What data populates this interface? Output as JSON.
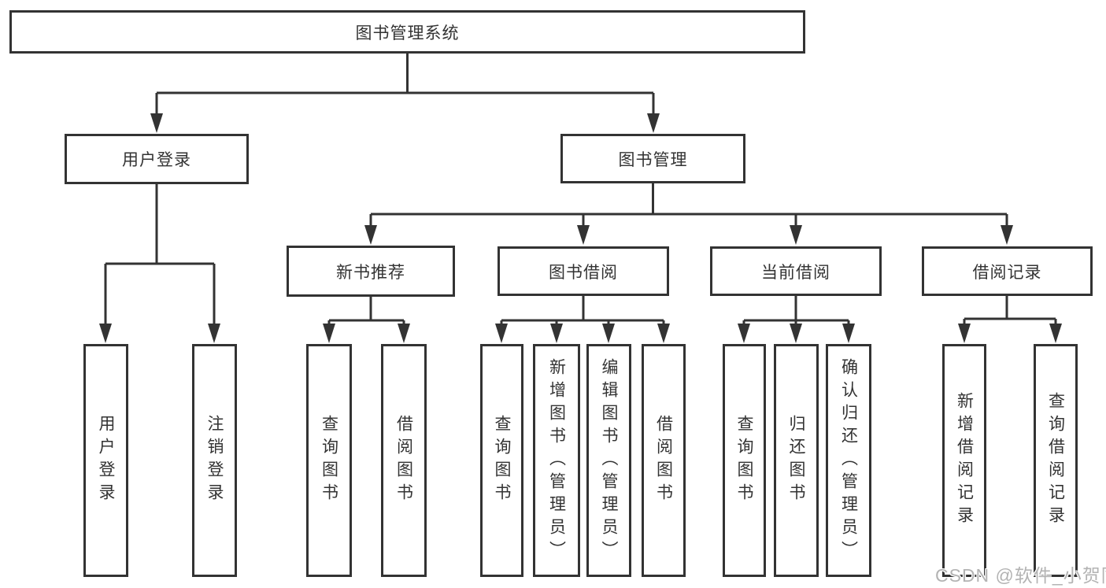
{
  "nodes": {
    "root": "图书管理系统",
    "user_login": "用户登录",
    "book_mgmt": "图书管理",
    "new_book_rec": "新书推荐",
    "book_borrow": "图书借阅",
    "current_borrow": "当前借阅",
    "borrow_record": "借阅记录",
    "leaf_user_login": "用户登录",
    "leaf_logout": "注销登录",
    "leaf_nbr_query": "查询图书",
    "leaf_nbr_borrow": "借阅图书",
    "leaf_bb_query": "查询图书",
    "leaf_bb_add": "新增图书（管理员）",
    "leaf_bb_edit": "编辑图书（管理员）",
    "leaf_bb_borrow": "借阅图书",
    "leaf_cb_query": "查询图书",
    "leaf_cb_return": "归还图书",
    "leaf_cb_confirm": "确认归还（管理员）",
    "leaf_br_add": "新增借阅记录",
    "leaf_br_query": "查询借阅记录"
  },
  "watermark": "CSDN @软件_小贺同学",
  "colors": {
    "line": "#333333",
    "text": "#333333",
    "watermark": "#b3b3b3",
    "background": "#ffffff"
  }
}
